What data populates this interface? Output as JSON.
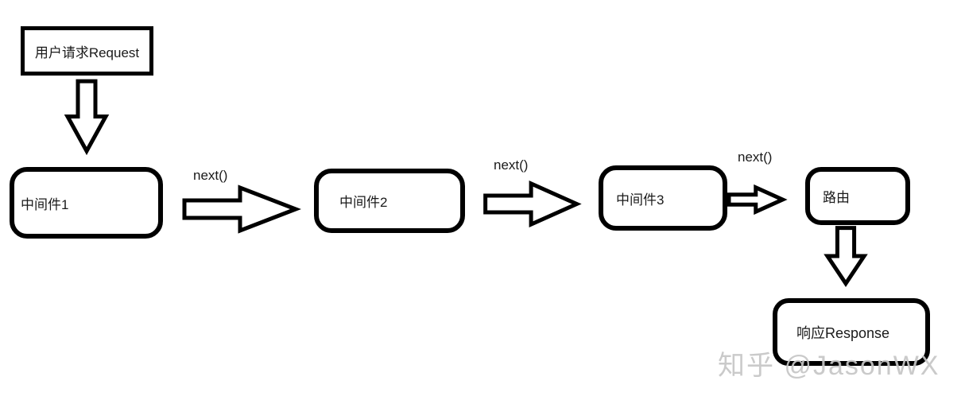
{
  "diagram": {
    "title_hint": "middleware-request-flow",
    "nodes": {
      "request": {
        "label": "用户请求Request",
        "shape": "rectangle"
      },
      "middleware1": {
        "label": "中间件1",
        "shape": "rounded"
      },
      "middleware2": {
        "label": "中间件2",
        "shape": "rounded"
      },
      "middleware3": {
        "label": "中间件3",
        "shape": "rounded"
      },
      "router": {
        "label": "路由",
        "shape": "rounded"
      },
      "response": {
        "label": "响应Response",
        "shape": "rounded"
      }
    },
    "edge_labels": {
      "next1": "next()",
      "next2": "next()",
      "next3": "next()"
    },
    "flow": [
      "request -> middleware1",
      "middleware1 -> middleware2 (next())",
      "middleware2 -> middleware3 (next())",
      "middleware3 -> router (next())",
      "router -> response"
    ],
    "colors": {
      "stroke": "#000000",
      "fill": "#ffffff",
      "text": "#1a1a1a",
      "watermark": "#c6c6c6",
      "background": "#ffffff"
    }
  },
  "watermark": {
    "text": "知乎 @JasonWX"
  }
}
